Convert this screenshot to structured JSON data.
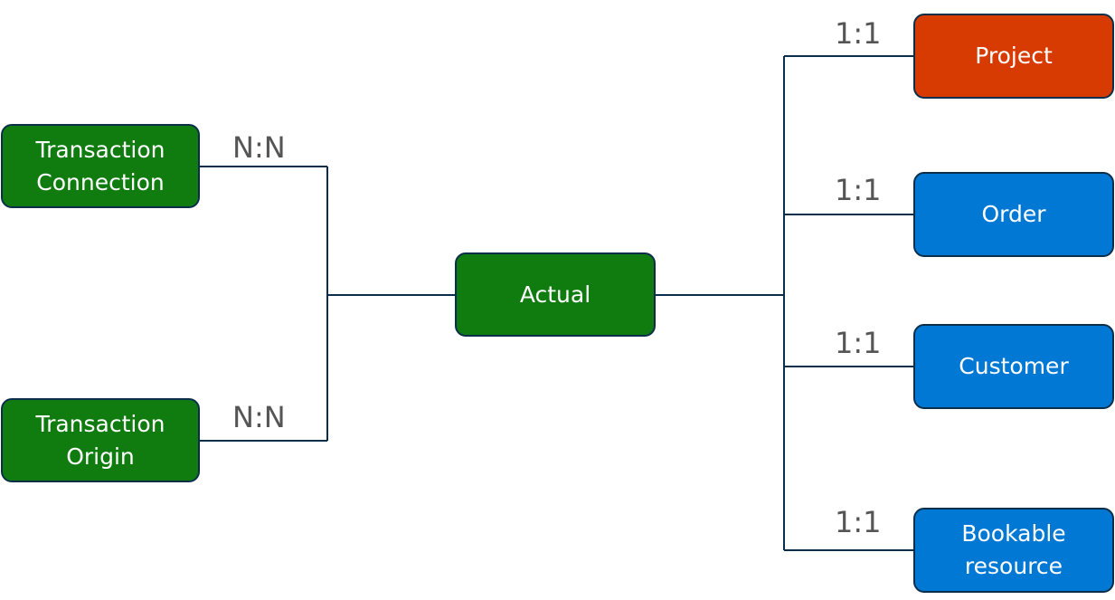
{
  "colors": {
    "green": "#107c10",
    "orange": "#d83b01",
    "blue": "#0078d4",
    "connector": "#0b2f4a",
    "label": "#555555"
  },
  "nodes": {
    "transaction_connection": {
      "label": "Transaction\nConnection",
      "color": "green"
    },
    "transaction_origin": {
      "label": "Transaction\nOrigin",
      "color": "green"
    },
    "actual": {
      "label": "Actual",
      "color": "green"
    },
    "project": {
      "label": "Project",
      "color": "orange"
    },
    "order": {
      "label": "Order",
      "color": "blue"
    },
    "customer": {
      "label": "Customer",
      "color": "blue"
    },
    "bookable_resource": {
      "label": "Bookable\nresource",
      "color": "blue"
    }
  },
  "relations": {
    "transaction_connection": "N:N",
    "transaction_origin": "N:N",
    "project": "1:1",
    "order": "1:1",
    "customer": "1:1",
    "bookable_resource": "1:1"
  }
}
